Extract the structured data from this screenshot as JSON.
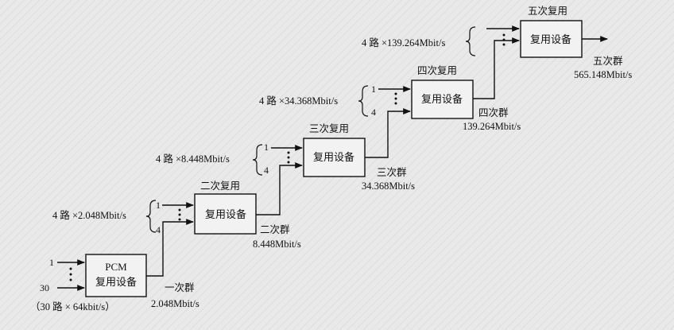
{
  "stages": [
    {
      "title": "",
      "box_line1": "PCM",
      "box_line2": "复用设备",
      "input_label": "（30 路 × 64kbit/s）",
      "in_top": "1",
      "in_bottom": "30",
      "out_name": "一次群",
      "out_rate": "2.048Mbit/s"
    },
    {
      "title": "二次复用",
      "box_line1": "复用设备",
      "input_label": "4 路 ×2.048Mbit/s",
      "in_top": "1",
      "in_bottom": "4",
      "out_name": "二次群",
      "out_rate": "8.448Mbit/s"
    },
    {
      "title": "三次复用",
      "box_line1": "复用设备",
      "input_label": "4 路 ×8.448Mbit/s",
      "in_top": "1",
      "in_bottom": "4",
      "out_name": "三次群",
      "out_rate": "34.368Mbit/s"
    },
    {
      "title": "四次复用",
      "box_line1": "复用设备",
      "input_label": "4 路 ×34.368Mbit/s",
      "in_top": "1",
      "in_bottom": "4",
      "out_name": "四次群",
      "out_rate": "139.264Mbit/s"
    },
    {
      "title": "五次复用",
      "box_line1": "复用设备",
      "input_label": "4 路 ×139.264Mbit/s",
      "in_top": "",
      "in_bottom": "",
      "out_name": "五次群",
      "out_rate": "565.148Mbit/s"
    }
  ]
}
